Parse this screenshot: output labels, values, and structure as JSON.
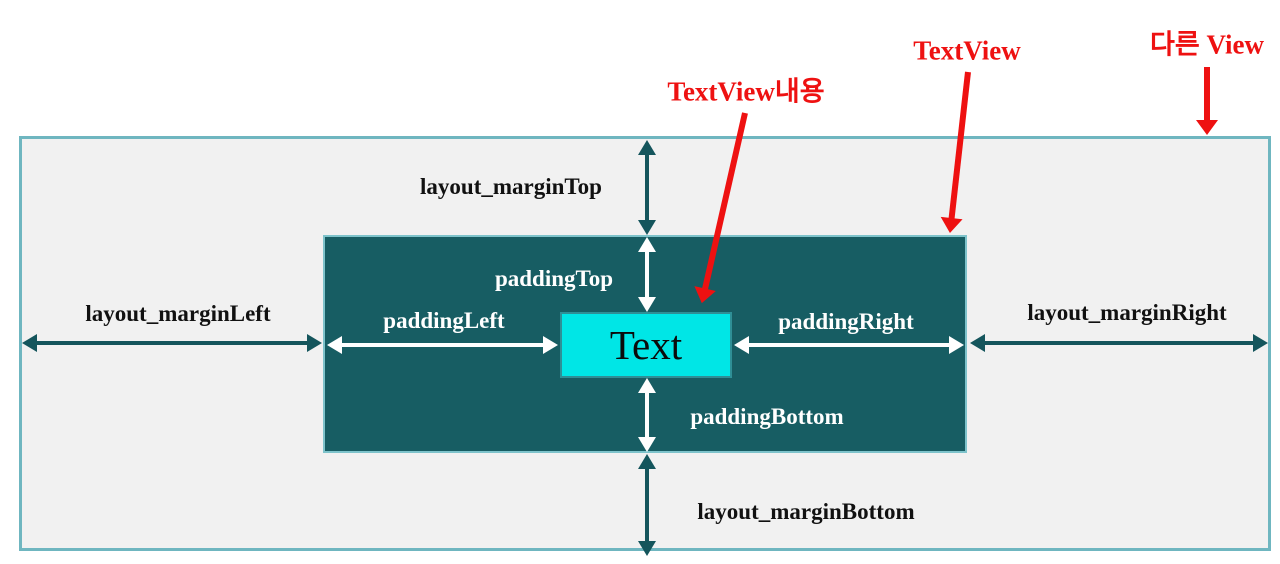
{
  "diagram": {
    "title_hint": "Android TextView margin and padding diagram",
    "text_box_label": "Text",
    "annotations": {
      "textview_content": "TextView내용",
      "textview": "TextView",
      "other_view": "다른 View"
    },
    "margin_labels": {
      "top": "layout_marginTop",
      "left": "layout_marginLeft",
      "right": "layout_marginRight",
      "bottom": "layout_marginBottom"
    },
    "padding_labels": {
      "top": "paddingTop",
      "left": "paddingLeft",
      "right": "paddingRight",
      "bottom": "paddingBottom"
    },
    "colors": {
      "outer_fill": "#f1f1f1",
      "outer_border": "#6fb6c0",
      "view_fill": "#175d63",
      "view_border": "#7ec3cb",
      "text_fill": "#00e6e6",
      "text_border": "#2f8f96",
      "arrow_dark": "#14555c",
      "arrow_light": "#ffffff",
      "annotation_red": "#ee1111",
      "label_dark": "#111111"
    }
  }
}
